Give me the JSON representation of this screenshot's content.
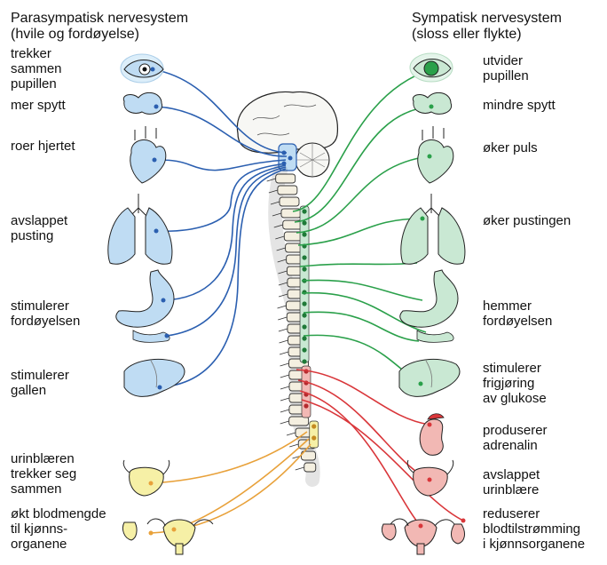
{
  "colors": {
    "parasympathetic": "#2b5fb0",
    "sympathetic": "#2aa04a",
    "adrenal": "#d9363a",
    "sacral": "#e8a13a"
  },
  "headers": {
    "parasympathetic": "Parasympatisk nervesystem\n(hvile og fordøyelse)",
    "sympathetic": "Sympatisk nervesystem\n(sloss eller flykte)"
  },
  "left_labels": [
    "trekker\nsammen\npupillen",
    "mer spytt",
    "roer hjertet",
    "avslappet\npusting",
    "stimulerer\nfordøyelsen",
    "stimulerer\ngallen",
    "urinblæren\ntrekker seg\nsammen",
    "økt blodmengde\ntil kjønns-\norganene"
  ],
  "right_labels": [
    "utvider\npupillen",
    "mindre spytt",
    "øker puls",
    "øker pustingen",
    "hemmer\nfordøyelsen",
    "stimulerer\nfrigjøring\nav glukose",
    "produserer\nadrenalin",
    "avslappet\nurinblære",
    "reduserer\nblodtilstrømming\ni kjønnsorganene"
  ]
}
